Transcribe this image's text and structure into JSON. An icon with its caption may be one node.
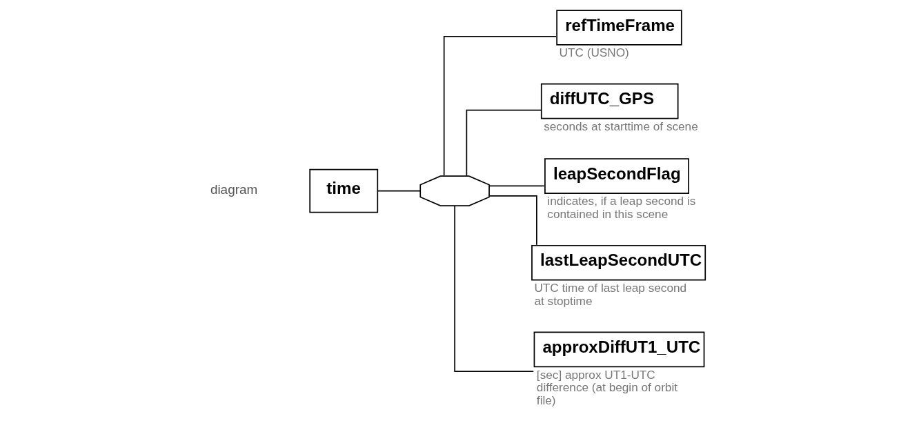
{
  "diagram": {
    "nodes": [
      {
        "text": [
          "time"
        ]
      },
      {
        "text": [],
        "shape": "octagon"
      },
      {
        "text": [
          "refTimeFrame"
        ],
        "beside": [
          "UTC (USNO)"
        ]
      },
      {
        "text": [
          "diffUTC_GPS"
        ],
        "beside": [
          "seconds at starttime of scene"
        ]
      },
      {
        "text": [
          "leapSecondFlag"
        ],
        "beside": [
          "indicates, if a leap second is contained in this scene"
        ]
      },
      {
        "text": [
          "lastLeapSecondUTC"
        ],
        "beside": [
          "UTC time of last leap second at stoptime"
        ]
      },
      {
        "text": [
          "approxDiffUT1_UTC"
        ],
        "beside": [
          "[sec] approx UT1-UTC difference (at begin of orbit file)"
        ]
      }
    ],
    "edges": [
      {
        "from": 0,
        "to": 1,
        "arrow": "none"
      },
      {
        "from": 1,
        "to": 2,
        "arrow": "none"
      },
      {
        "from": 1,
        "to": 3,
        "arrow": "none"
      },
      {
        "from": 1,
        "to": 4,
        "arrow": "none"
      },
      {
        "from": 1,
        "to": 5,
        "arrow": "none"
      },
      {
        "from": 1,
        "to": 6,
        "arrow": "none"
      }
    ],
    "labels": [
      "diagram"
    ]
  }
}
